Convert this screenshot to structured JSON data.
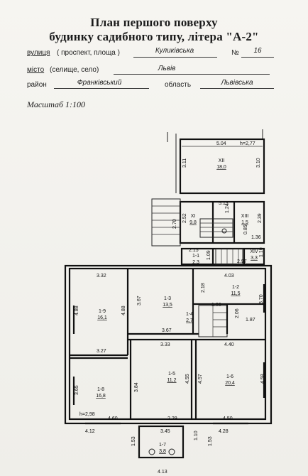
{
  "header": {
    "title_line1": "План першого поверху",
    "title_line2": "будинку садибного типу, літера \"А-2\""
  },
  "address": {
    "street_label": "вулиця",
    "street_hint": "( проспект, площа )",
    "street_value": "Куликівська",
    "number_label": "№",
    "number_value": "16",
    "city_label": "місто",
    "city_hint": "(селище, село)",
    "city_value": "Львів",
    "district_label": "район",
    "district_value": "Франківський",
    "region_label": "область",
    "region_value": "Львівська"
  },
  "scale": "Масштаб 1:100",
  "rooms": [
    {
      "id": "XII",
      "area": "18,0"
    },
    {
      "id": "XI",
      "area": "9,8"
    },
    {
      "id": "XIII",
      "area": "1,5"
    },
    {
      "id": "1-1",
      "area": "2,3"
    },
    {
      "id": "XIV",
      "area": "3,3"
    },
    {
      "id": "1-9",
      "area": "16,1"
    },
    {
      "id": "1-3",
      "area": "13,5"
    },
    {
      "id": "1-2",
      "area": "11,5"
    },
    {
      "id": "1-4",
      "area": "2,7"
    },
    {
      "id": "1-5",
      "area": "11,2"
    },
    {
      "id": "1-6",
      "area": "20,4"
    },
    {
      "id": "1-8",
      "area": "16,8"
    },
    {
      "id": "1-7",
      "area": "3,8"
    }
  ],
  "dimensions": {
    "d504": "5.04",
    "h277": "h=2,77",
    "d311": "3.11",
    "d310": "3.10",
    "d513": "5.13",
    "d124": "1.24",
    "d252": "2.52",
    "d270": "2.70",
    "d239": "2.39",
    "d085": "0.85",
    "d136": "1.36",
    "d215": "2.15",
    "d297": "2.97",
    "d109": "1.09",
    "d110": "1.10",
    "d332": "3.32",
    "d403": "4.03",
    "d218": "2.18",
    "d370": "3.70",
    "d488a": "4.88",
    "d488b": "4.88",
    "d367a": "3.67",
    "d196": "1.96",
    "d206": "2.06",
    "d187": "1.87",
    "d367b": "3.67",
    "d327": "3.27",
    "d333": "3.33",
    "d440": "4.40",
    "d365": "3.65",
    "d384": "3.84",
    "d455": "4.55",
    "d457": "4.57",
    "d458": "4.58",
    "h298": "h=2,98",
    "d460": "4.60",
    "d229": "2.29",
    "d450": "4.50",
    "d412": "4.12",
    "d345": "3.45",
    "d428": "4.28",
    "d153a": "1.53",
    "d153b": "1.53",
    "d110b": "1.10",
    "d413": "4.13"
  }
}
